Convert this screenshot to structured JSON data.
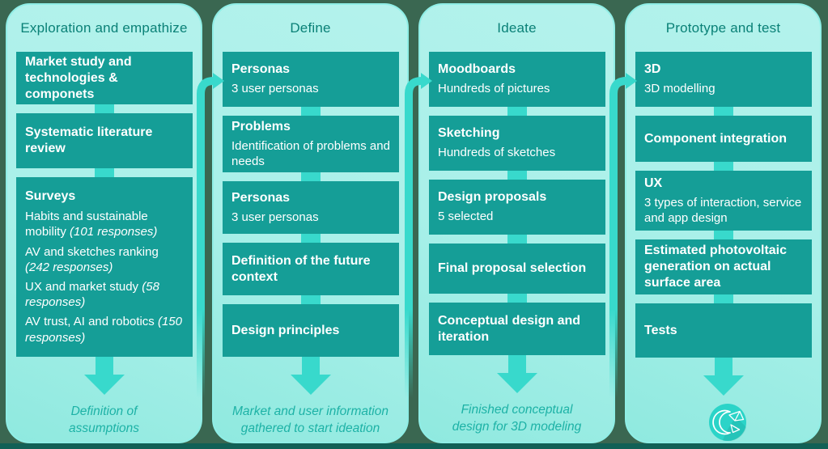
{
  "palette": {
    "page-bg": "#3a6751",
    "footer-bar": "#116056",
    "column-bg": "#a9f0e9",
    "box-bg": "#159e97",
    "accent": "#38d9cc",
    "header-text": "#0a8177",
    "caption-text": "#1db2a6",
    "box-text": "#ffffff",
    "logo-circle": "#2bd4c8"
  },
  "columns": [
    {
      "header": "Exploration and empathize",
      "boxes": [
        {
          "title": "Market study and technologies & componets"
        },
        {
          "title": "Systematic literature review"
        },
        {
          "title": "Surveys",
          "lines": [
            {
              "text": "Habits and sustainable mobility ",
              "note": "(101 responses)"
            },
            {
              "text": "AV and sketches ranking ",
              "note": "(242 responses)"
            },
            {
              "text": "UX and market study ",
              "note": "(58 responses)"
            },
            {
              "text": "AV trust, AI and robotics ",
              "note": "(150 responses)"
            }
          ]
        }
      ],
      "caption": "Definition of\nassumptions"
    },
    {
      "header": "Define",
      "boxes": [
        {
          "title": "Personas",
          "sub": "3 user personas"
        },
        {
          "title": "Problems",
          "sub": "Identification of problems and needs"
        },
        {
          "title": "Personas",
          "sub": "3 user personas"
        },
        {
          "title": "Definition of the future context"
        },
        {
          "title": "Design principles"
        }
      ],
      "caption": "Market and user information\ngathered to start ideation"
    },
    {
      "header": "Ideate",
      "boxes": [
        {
          "title": "Moodboards",
          "sub": "Hundreds of pictures"
        },
        {
          "title": "Sketching",
          "sub": "Hundreds of sketches"
        },
        {
          "title": "Design proposals",
          "sub": "5 selected"
        },
        {
          "title": "Final proposal selection"
        },
        {
          "title": "Conceptual design and iteration"
        }
      ],
      "caption": "Finished conceptual\ndesign for 3D modeling"
    },
    {
      "header": "Prototype and test",
      "boxes": [
        {
          "title": "3D",
          "sub": "3D modelling"
        },
        {
          "title": "Component integration"
        },
        {
          "title": "UX",
          "sub": "3 types of interaction, service and app design"
        },
        {
          "title": "Estimated photovoltaic generation on actual surface area"
        },
        {
          "title": "Tests"
        }
      ],
      "logo": "bird-logo-icon"
    }
  ]
}
